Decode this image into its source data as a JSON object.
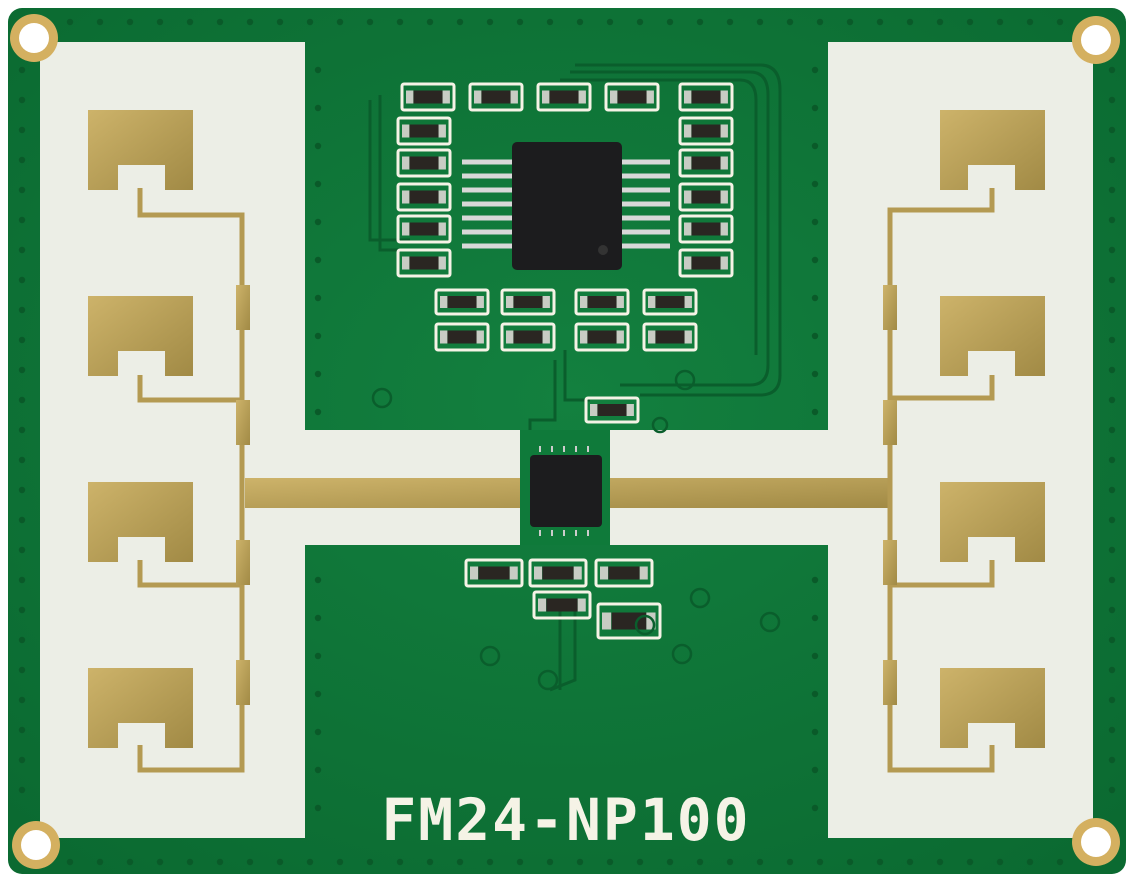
{
  "board": {
    "label": "FM24-NP100",
    "colors": {
      "pcb": "#0f7a3a",
      "pcb_dark": "#0a5e2c",
      "substrate": "#eceee6",
      "copper": "#b49a52",
      "copper_light": "#cdb36a",
      "silkscreen": "#f5f3e6",
      "chip": "#1c1c1e",
      "hole_ring": "#d4b060"
    },
    "icons": [
      "mounting-hole",
      "patch-antenna",
      "ic-chip",
      "smd-component",
      "via"
    ]
  }
}
